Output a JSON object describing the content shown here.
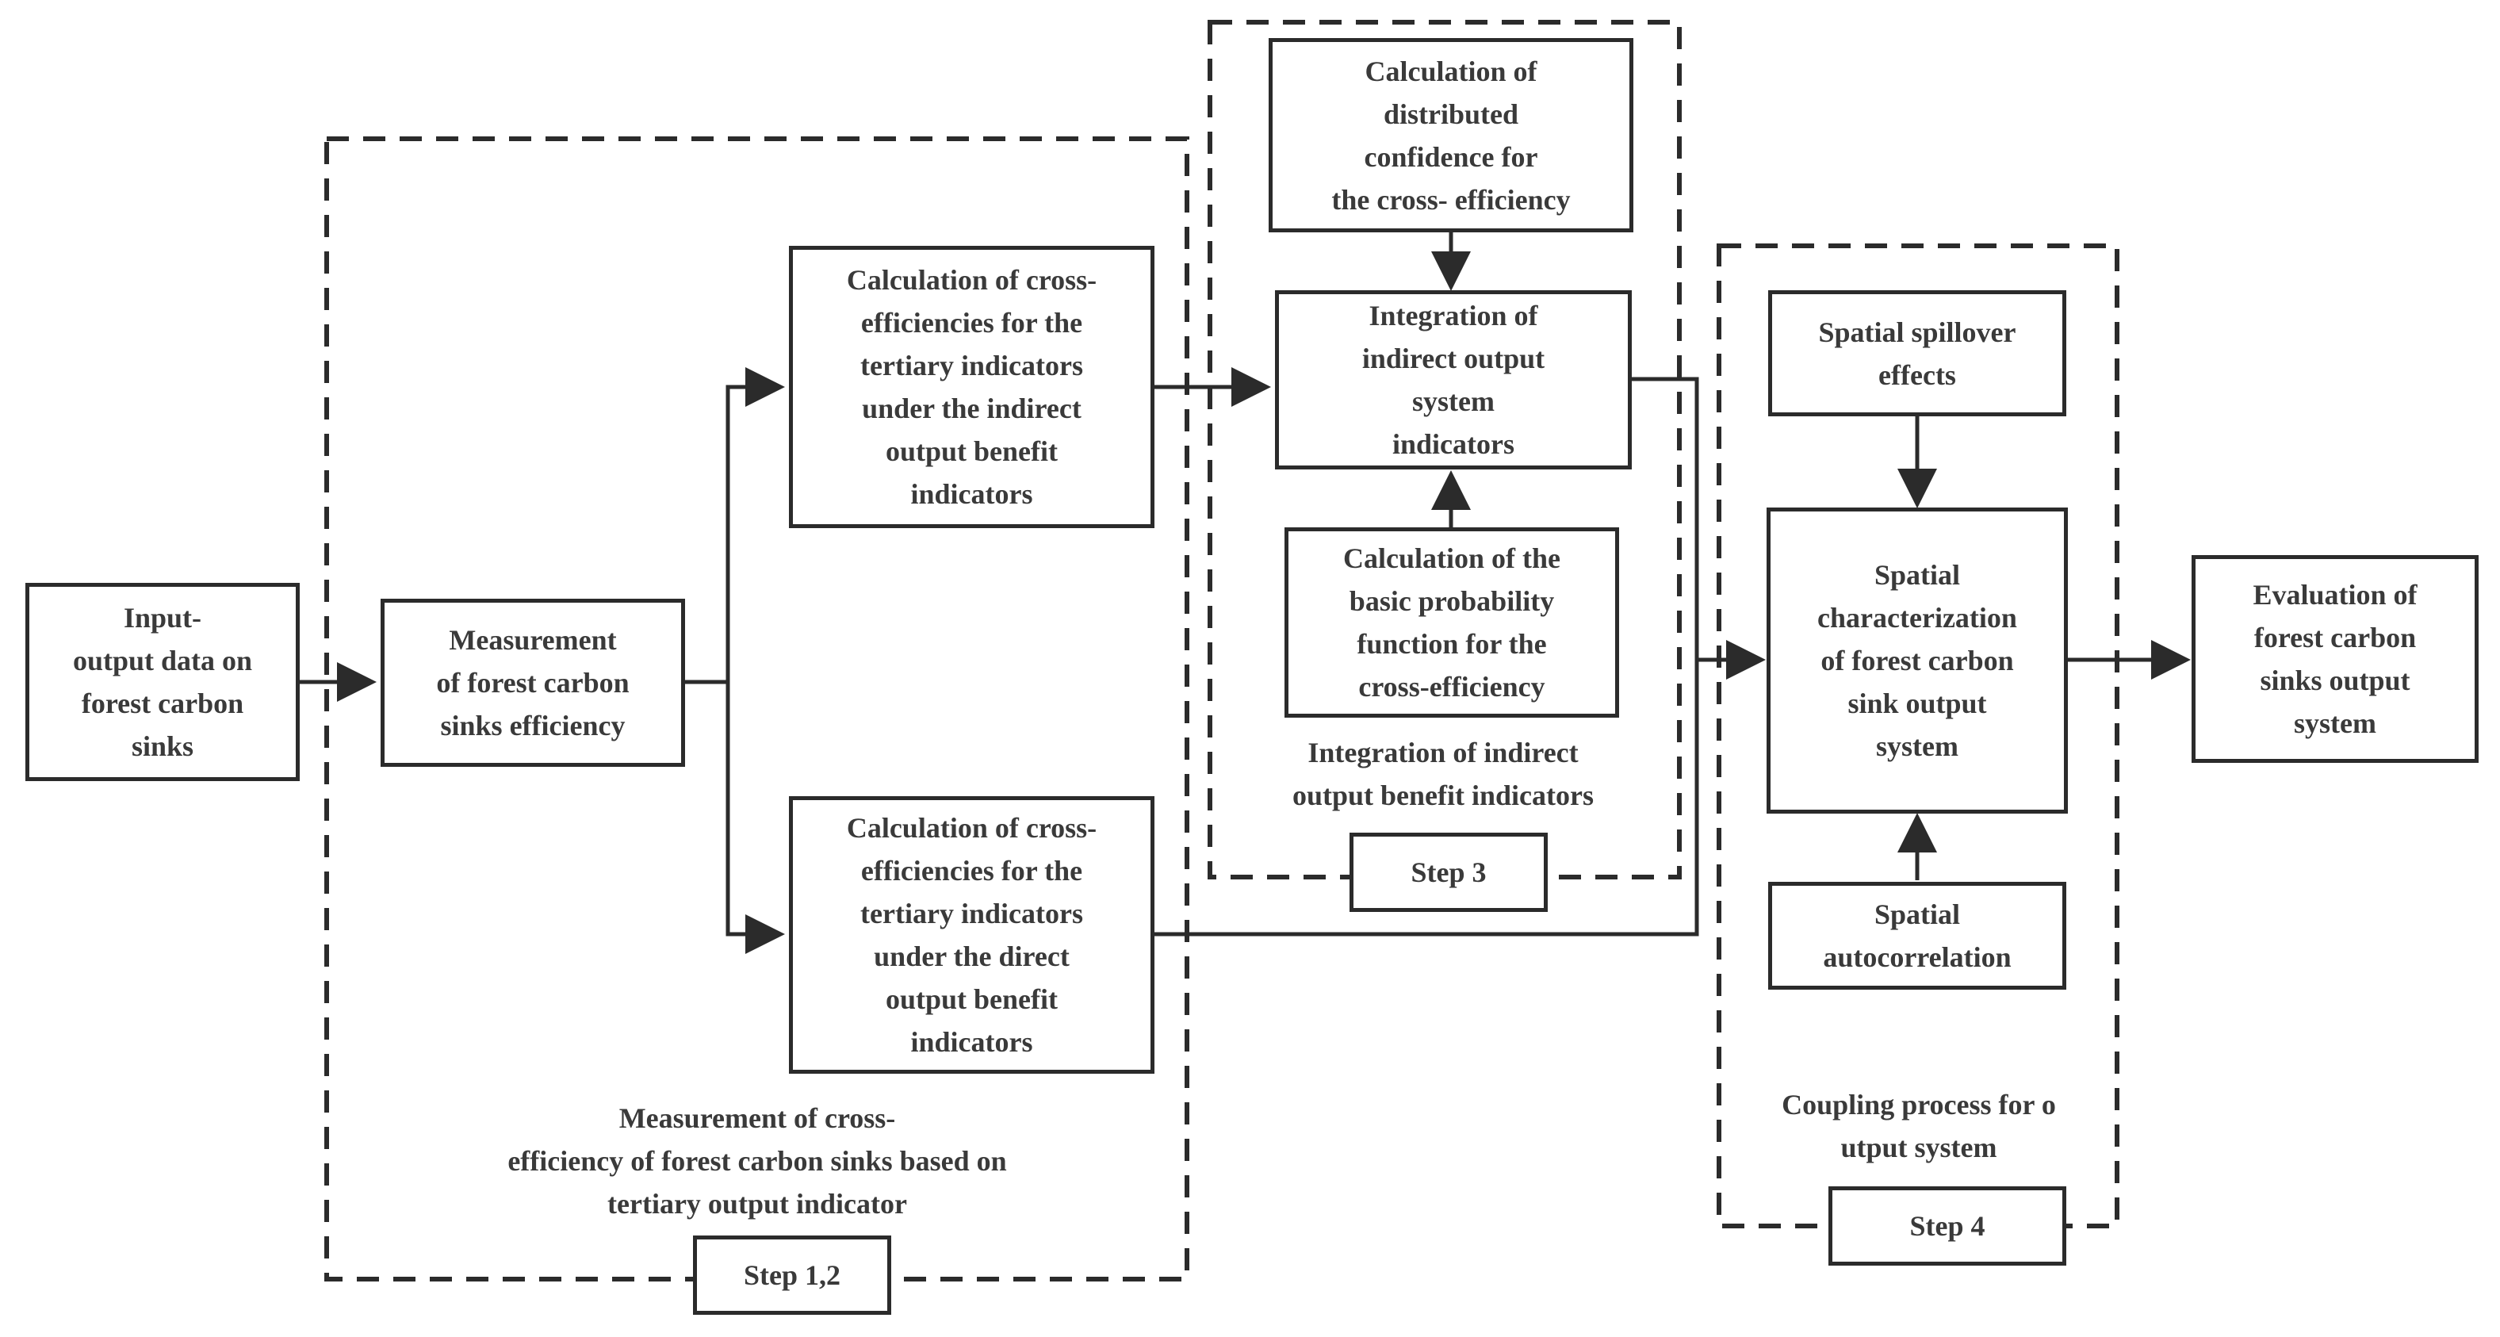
{
  "nodes": {
    "input": "Input-\noutput data on\nforest carbon\nsinks",
    "measurement": "Measurement\nof forest carbon\nsinks efficiency",
    "cross_indirect": "Calculation of cross-\nefficiencies for the\ntertiary indicators\nunder the indirect\noutput benefit\nindicators",
    "cross_direct": "Calculation of cross-\nefficiencies for the\ntertiary indicators\nunder the direct\noutput benefit\nindicators",
    "distributed_confidence": "Calculation of\ndistributed\nconfidence for\nthe cross- efficiency",
    "integration": "Integration of\nindirect output\nsystem\nindicators",
    "basic_probability": "Calculation of the\nbasic probability\nfunction for the\ncross-efficiency",
    "spillover": "Spatial spillover\neffects",
    "spatial_characterization": "Spatial\ncharacterization\nof forest carbon\nsink output\nsystem",
    "autocorrelation": "Spatial\nautocorrelation",
    "evaluation": "Evaluation of\nforest carbon\nsinks output\nsystem"
  },
  "groups": {
    "step12_caption": "Measurement of cross-\nefficiency of forest carbon sinks based on\ntertiary output indicator",
    "step12_label": "Step 1,2",
    "step3_caption": "Integration of indirect\noutput benefit indicators",
    "step3_label": "Step 3",
    "step4_caption": "Coupling process for o\nutput system",
    "step4_label": "Step  4"
  },
  "colors": {
    "stroke": "#2b2b2b",
    "text": "#3a3a3a"
  }
}
